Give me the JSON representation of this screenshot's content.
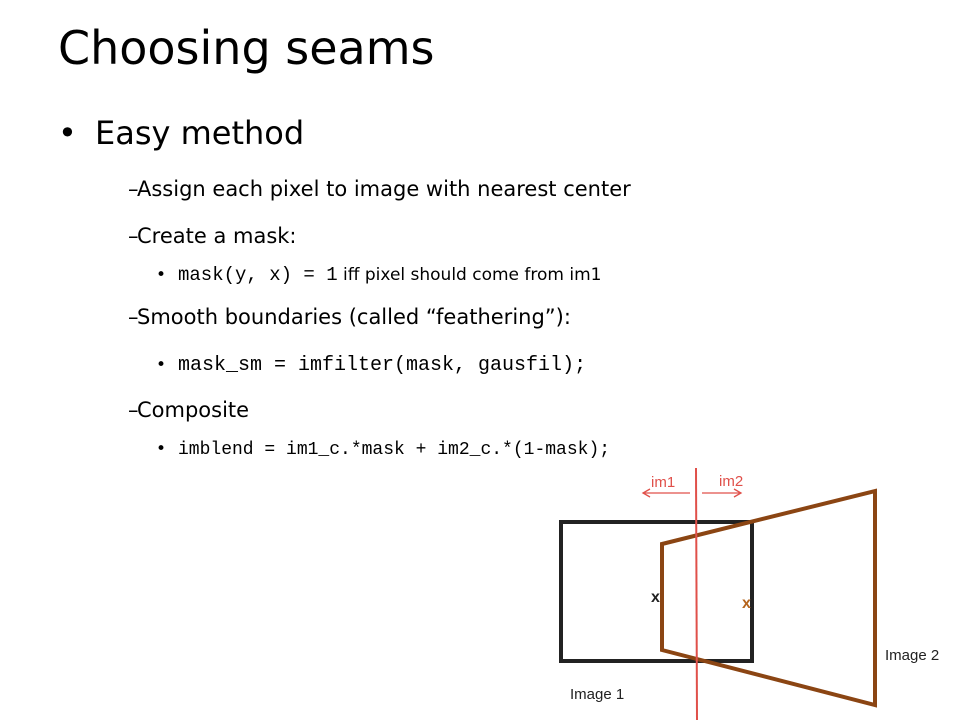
{
  "slide": {
    "title": "Choosing seams",
    "bullet1": "Easy method",
    "sub1": "Assign each pixel to image with nearest center",
    "sub2": "Create a mask:",
    "sub2_item_code": "mask(y, x) = 1",
    "sub2_item_text": "iff pixel should come from im1",
    "sub3": "Smooth boundaries (called “feathering”):",
    "sub3_item_code": "mask_sm = imfilter(mask, gausfil);",
    "sub4": "Composite",
    "sub4_item_code": "imblend = im1_c.*mask + im2_c.*(1-mask);",
    "dash": "–",
    "dot": "•"
  },
  "diagram": {
    "label_im1": "im1",
    "label_im2": "im2",
    "center1_mark": "x",
    "center2_mark": "x",
    "label_image1": "Image 1",
    "label_image2": "Image 2",
    "colors": {
      "image1": "#222222",
      "image2": "#8B4513",
      "seam": "#E0504A",
      "label_red": "#E0504A"
    }
  }
}
